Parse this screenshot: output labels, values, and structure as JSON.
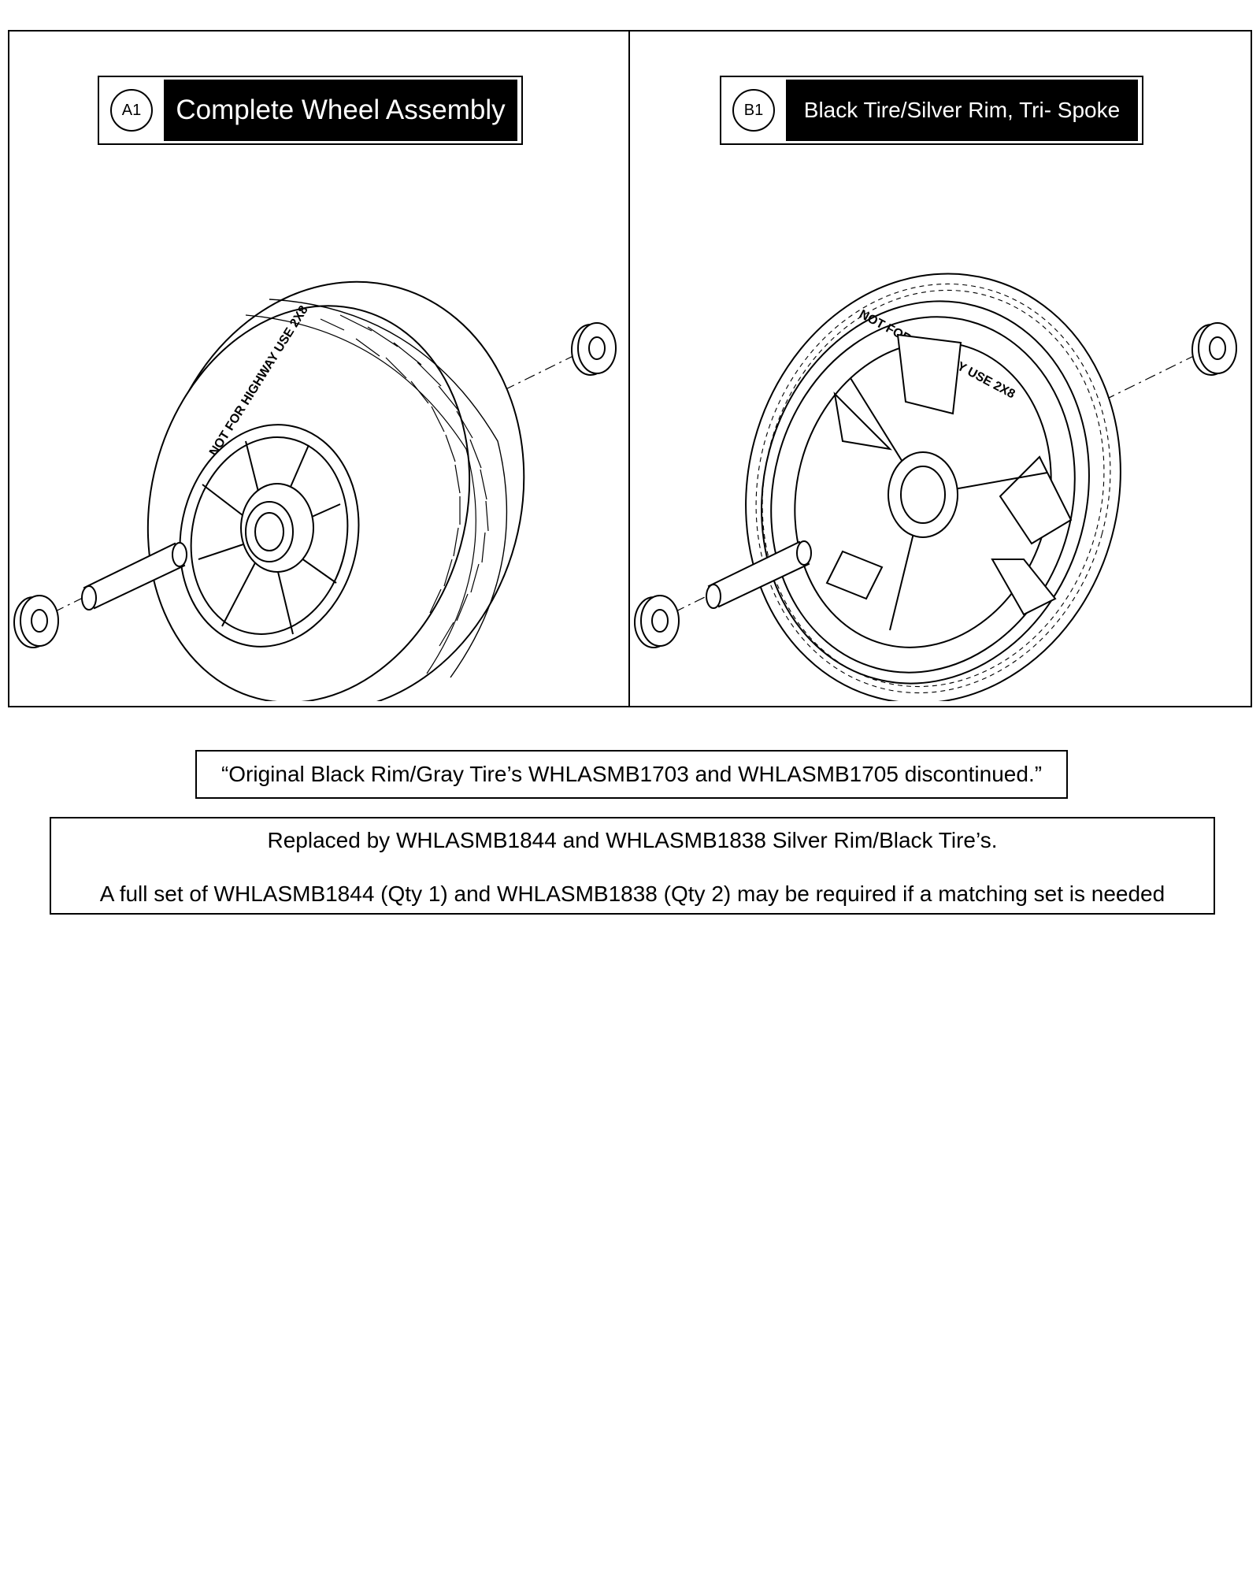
{
  "panels": [
    {
      "callout": "A1",
      "title": "Complete Wheel Assembly",
      "tire_marking": "NOT FOR HIGHWAY USE 2X8"
    },
    {
      "callout": "B1",
      "title": "Black Tire/Silver Rim, Tri- Spoke",
      "tire_marking": "NOT FOR HIGHWAY USE 2X8"
    }
  ],
  "notes": {
    "discontinued": "“Original Black Rim/Gray Tire’s WHLASMB1703 and WHLASMB1705 discontinued.”",
    "replaced_line1": "Replaced by WHLASMB1844 and WHLASMB1838 Silver Rim/Black Tire’s.",
    "replaced_line2": "A full set of WHLASMB1844 (Qty 1) and WHLASMB1838 (Qty 2) may be required if a matching set is needed"
  }
}
